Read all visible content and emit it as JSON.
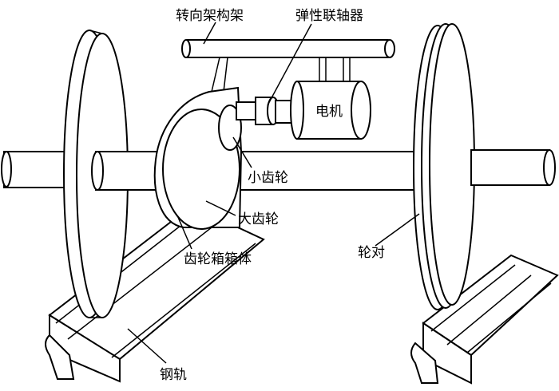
{
  "labels": {
    "bogie_frame": "转向架构架",
    "elastic_coupling": "弹性联轴器",
    "motor": "电机",
    "pinion": "小齿轮",
    "big_gear": "大齿轮",
    "gearbox_housing": "齿轮箱箱体",
    "wheelset": "轮对",
    "rail": "钢轨"
  }
}
